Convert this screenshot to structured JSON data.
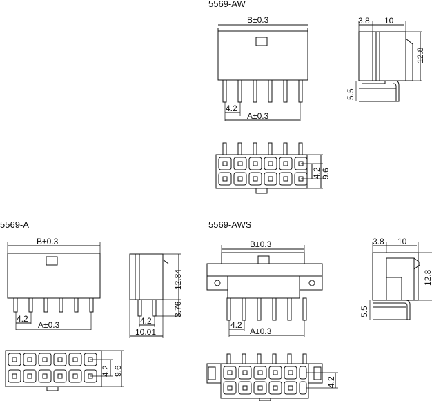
{
  "labels": {
    "aw": "5569-AW",
    "a": "5569-A",
    "aws": "5569-AWS"
  },
  "dims": {
    "b": "B±0.3",
    "a": "A±0.3",
    "pitch": "4.2",
    "d3_8": "3.8",
    "d10": "10",
    "d12_8": "12.8",
    "d5_5": "5.5",
    "d9_6": "9.6",
    "d12_84": "12.84",
    "d3_76": "3.76",
    "d10_01": "10.01"
  }
}
